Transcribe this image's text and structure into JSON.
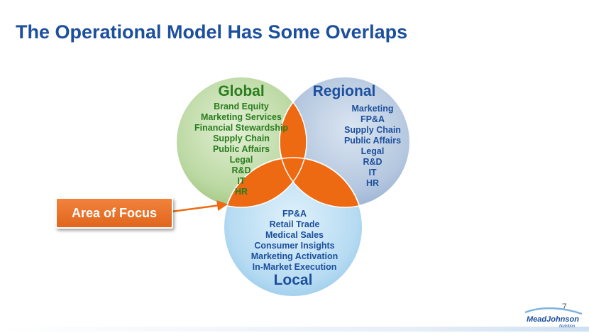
{
  "slide": {
    "title": "The Operational Model Has Some Overlaps",
    "page_number": "7"
  },
  "venn": {
    "global": {
      "heading": "Global",
      "items": [
        "Brand Equity",
        "Marketing Services",
        "Financial Stewardship",
        "Supply Chain",
        "Public Affairs",
        "Legal",
        "R&D",
        "IT",
        "HR"
      ]
    },
    "regional": {
      "heading": "Regional",
      "items": [
        "Marketing",
        "FP&A",
        "Supply Chain",
        "Public Affairs",
        "Legal",
        "R&D",
        "IT",
        "HR"
      ]
    },
    "local": {
      "heading": "Local",
      "items": [
        "FP&A",
        "Retail Trade",
        "Medical Sales",
        "Consumer Insights",
        "Marketing Activation",
        "In-Market Execution"
      ]
    },
    "colors": {
      "global": "#b9d9a0",
      "regional": "#b3c6e0",
      "local": "#b8dcf3",
      "overlap": "#ee6a12"
    }
  },
  "callout": {
    "label": "Area of Focus"
  },
  "logo": {
    "text": "MeadJohnson",
    "subtext": "Nutrition"
  }
}
